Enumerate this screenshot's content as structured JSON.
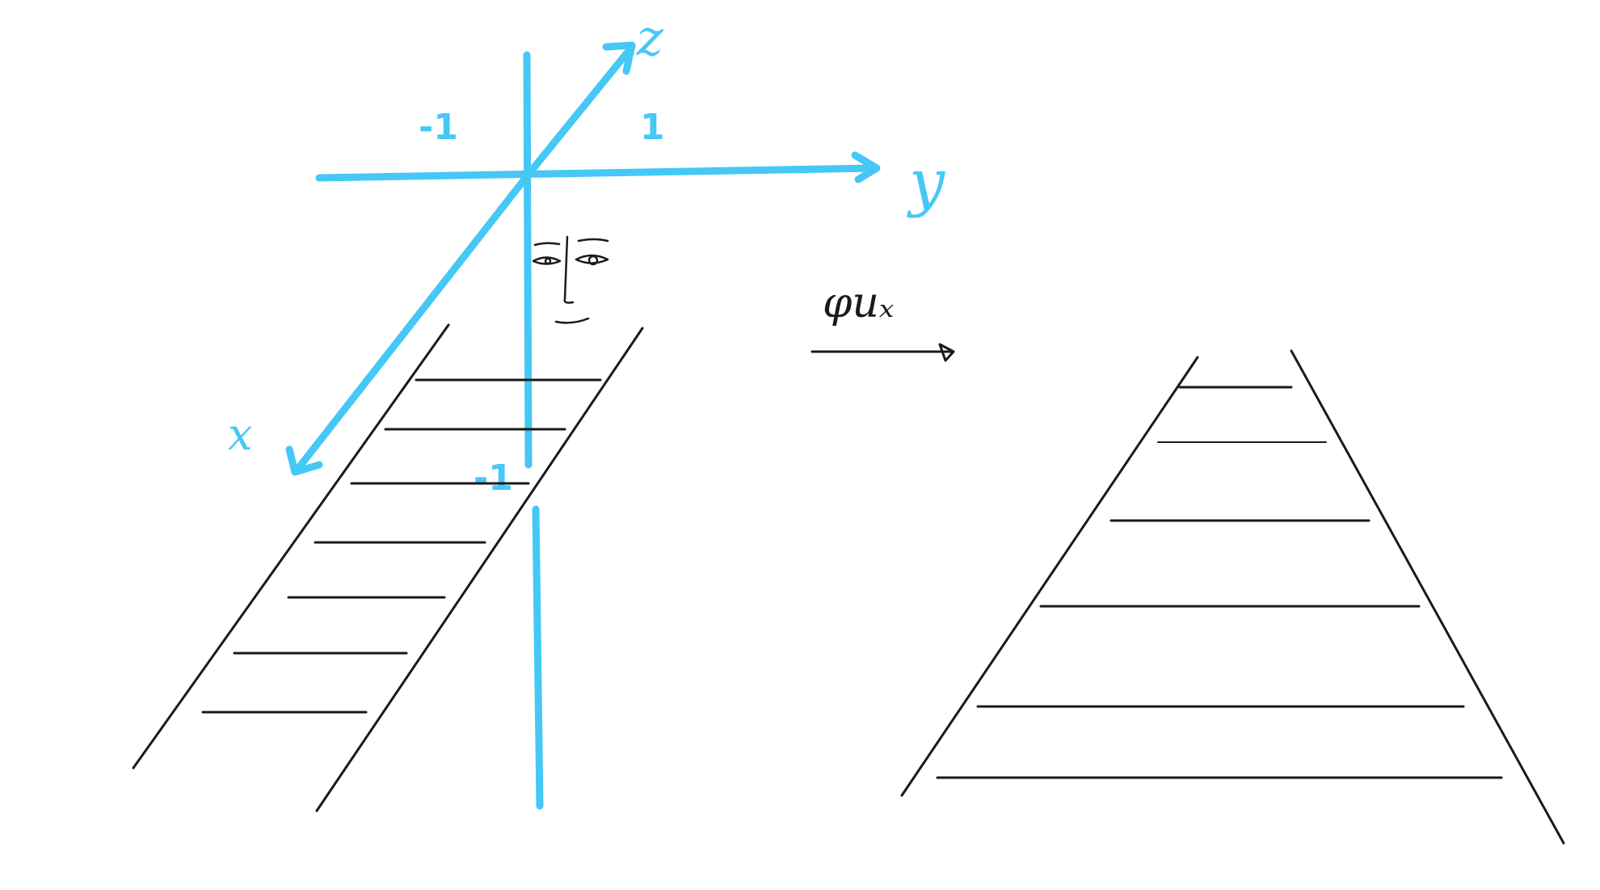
{
  "colors": {
    "axis": "#45c8f5",
    "ink": "#1a1a1a",
    "background": "#ffffff"
  },
  "axes": {
    "z_label": "z",
    "y_label": "y",
    "x_label": "x",
    "tick_neg_y": "-1",
    "tick_pos_y": "1",
    "tick_neg_z": "-1"
  },
  "map_label": "φuₓ",
  "left_figure": {
    "name": "ladder-perspective",
    "rungs": 7
  },
  "right_figure": {
    "name": "ladder-front",
    "rungs": 6
  },
  "icons": {
    "viewer": "face-icon",
    "map_arrow": "arrow-right-icon"
  }
}
